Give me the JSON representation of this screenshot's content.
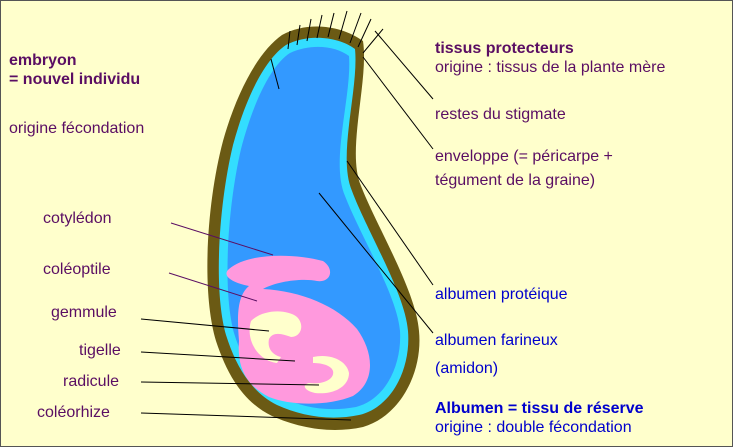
{
  "left_header": {
    "line1": "embryon",
    "line2": "= nouvel individu",
    "origin": "origine fécondation"
  },
  "embryo_labels": {
    "cotyledon": "cotylédon",
    "coleoptile": "coléoptile",
    "gemmule": "gemmule",
    "tigelle": "tigelle",
    "radicule": "radicule",
    "coleorhize": "coléorhize"
  },
  "right_labels": {
    "protective_title": "tissus protecteurs",
    "protective_origin": "origine : tissus de la plante mère",
    "stigma": "restes du stigmate",
    "envelope_line1": "enveloppe (= péricarpe +",
    "envelope_line2": "tégument de la graine)",
    "albumen_proteique": "albumen protéique",
    "albumen_farineux_line1": "albumen farineux",
    "albumen_farineux_line2": "(amidon)",
    "albumen_title": "Albumen = tissu de réserve",
    "albumen_origin": "origine : double fécondation"
  },
  "colors": {
    "background": "#ffffcc",
    "pericarp": "#6b5a14",
    "aleurone": "#33ddff",
    "endosperm": "#3399ff",
    "embryo": "#ff99dd",
    "embryo_core": "#ffffcc",
    "label_purple": "#5a0e63",
    "label_blue": "#0000cc"
  }
}
